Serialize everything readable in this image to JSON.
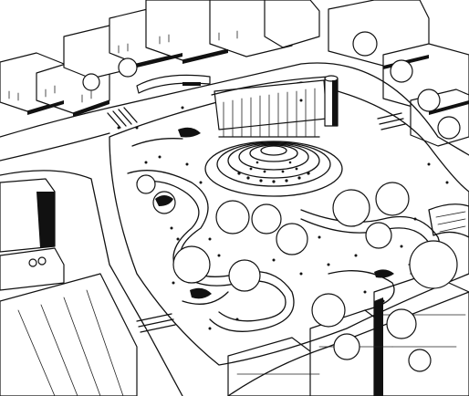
{
  "scene": {
    "kind": "hand-drawn aerial sketch",
    "palette": {
      "ink": "#111111",
      "paper": "#ffffff"
    },
    "elements": [
      "amphitheater",
      "pavilion",
      "cylindrical-tower",
      "park-trees",
      "winding-paths",
      "surrounding-buildings",
      "road",
      "crosswalks"
    ]
  }
}
